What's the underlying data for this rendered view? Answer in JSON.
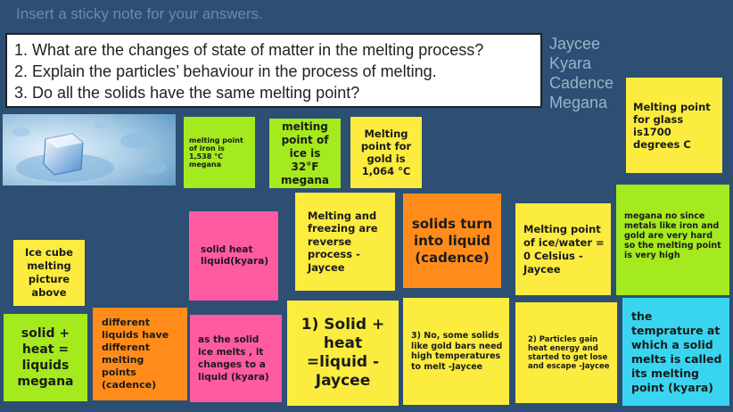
{
  "instruction": "Insert a sticky note for your answers.",
  "questions": [
    "1. What are the changes of state of matter in the melting process?",
    "2. Explain the particles’ behaviour in the process of melting.",
    "3. Do all the solids have the same melting point?"
  ],
  "names": [
    "Jaycee",
    "Kyara",
    "Cadence",
    "Megana"
  ],
  "colors": {
    "background": "#2c4f73",
    "yellow": "#fbec3f",
    "green": "#a4ea1e",
    "pink": "#ff5ba3",
    "orange": "#ff8c1a",
    "cyan": "#39d5f0"
  },
  "notes": {
    "iron": "melting point of iron is 1,538 °C megana",
    "ice_f": "melting point of ice is 32°F megana",
    "gold": "Melting point for gold is 1,064 °C",
    "glass": "Melting point for glass is1700 degrees C",
    "solid_heat_kyara": "solid heat liquid(kyara)",
    "reverse": "Melting and freezing are reverse process -Jaycee",
    "solids_turn": "solids turn into liquid (cadence)",
    "ice_water": "Melting point of ice/water = 0 Celsius -Jaycee",
    "megana_no": "megana no since metals like iron and gold are very hard so the melting point is very high",
    "ice_cube": "Ice cube melting picture above",
    "solid_heat_megana": "solid + heat = liquids megana",
    "diff_liquids": "different liquids have different melting points (cadence)",
    "solid_ice_melts": "as the solid ice melts , it changes to a liquid (kyara)",
    "solid_heat_jaycee": "1) Solid + heat =liquid -Jaycee",
    "no_some": "3) No, some solids like gold bars need high temperatures to melt -Jaycee",
    "particles": "2) Particles gain heat energy and started to get lose and escape -Jaycee",
    "temperature": "the temprature at which a solid melts is called its melting point (kyara)"
  }
}
